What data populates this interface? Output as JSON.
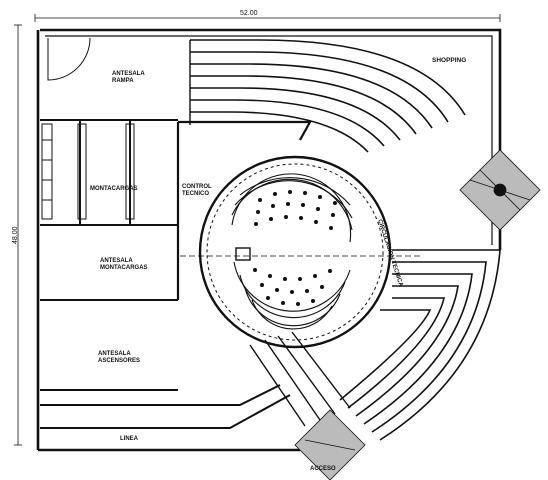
{
  "plan": {
    "dimension_top": "52.00",
    "dimension_left": "48.00",
    "labels": {
      "shopping": "SHOPPING",
      "antesala_rampa": "ANTESALA\nRAMPA",
      "montacargas": "MONTACARGAS",
      "control_tecnico": "CONTROL\nTECNICO",
      "antesala_montacargas": "ANTESALA\nMONTACARGAS",
      "antesala_ascensores": "ANTESALA\nASCENSORES",
      "circulacion_tecnica": "CIRCULACION TECNICA",
      "linea": "LINEA",
      "acceso": "ACCESO"
    }
  },
  "colors": {
    "ink": "#111111",
    "paper": "#ffffff"
  }
}
